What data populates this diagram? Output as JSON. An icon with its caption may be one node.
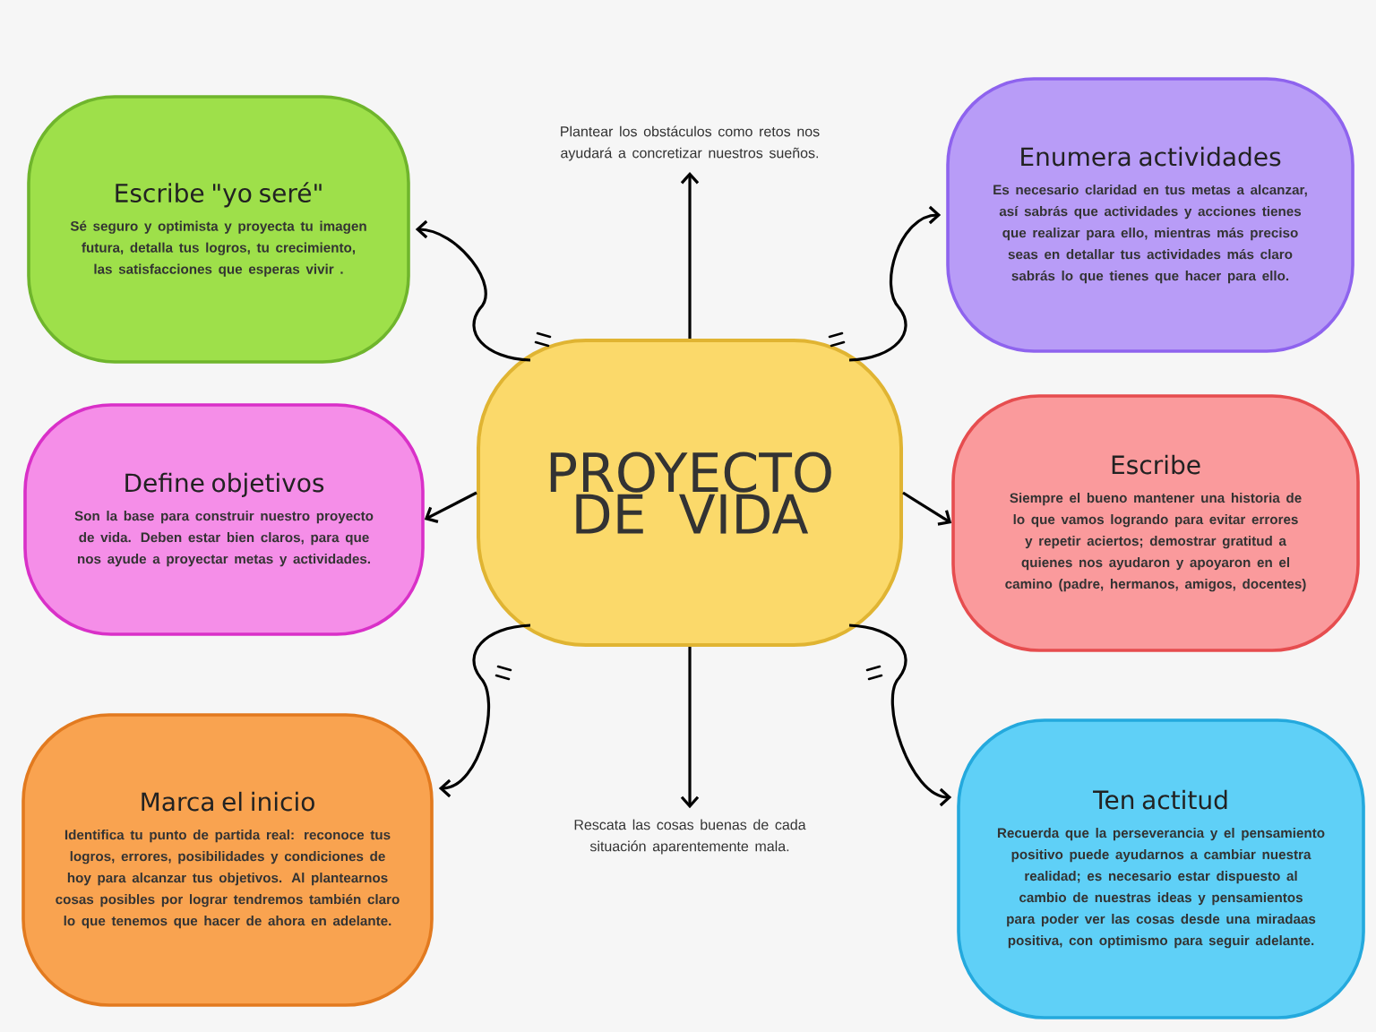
{
  "diagram": {
    "nodes": [
      {
        "text": [
          "Escribe \"yo seré\"",
          "Sé seguro y optimista y proyecta tu imagen futura, detalla tus logros, tu crecimiento, las satisfacciones que esperas vivir ."
        ]
      },
      {
        "text": [
          "Plantear los obstáculos como retos nos ayudará a concretizar nuestros sueños."
        ]
      },
      {
        "text": [
          "Enumera actividades",
          "Es necesario claridad en tus metas a alcanzar, así sabrás que actividades y acciones tienes que realizar para ello, mientras más preciso seas en detallar tus actividades más claro sabrás lo que tienes que hacer para ello."
        ]
      },
      {
        "text": [
          "Define objetivos",
          "Son la base para construir nuestro proyecto de vida. Deben estar bien claros, para que nos ayude a proyectar metas y actividades."
        ]
      },
      {
        "text": [
          "PROYECTO DE VIDA"
        ]
      },
      {
        "text": [
          "Escribe",
          "Siempre el bueno mantener una historia de lo que vamos logrando para evitar errores y repetir aciertos; demostrar gratitud a quienes nos ayudaron y apoyaron en el camino (padre, hermanos, amigos, docentes)"
        ]
      },
      {
        "text": [
          "Marca el inicio",
          "Identifica tu punto de partida real: reconoce tus logros, errores, posibilidades y condiciones de hoy para alcanzar tus objetivos. Al plantearnos cosas posibles por lograr tendremos también claro lo que tenemos que hacer de ahora en adelante."
        ]
      },
      {
        "text": [
          "Rescata las cosas buenas de cada situación aparentemente mala."
        ]
      },
      {
        "text": [
          "Ten actitud",
          "Recuerda que la perseverancia y el pensamiento positivo puede ayudarnos a cambiar nuestra realidad; es necesario estar dispuesto al cambio de nuestras ideas y pensamientos para poder ver las cosas desde una miradaas positiva, con optimismo para seguir adelante."
        ]
      }
    ],
    "edges": [
      {
        "from": 4,
        "to": 0,
        "arrow": "to"
      },
      {
        "from": 4,
        "to": 1,
        "arrow": "to"
      },
      {
        "from": 4,
        "to": 2,
        "arrow": "to"
      },
      {
        "from": 4,
        "to": 3,
        "arrow": "to"
      },
      {
        "from": 4,
        "to": 5,
        "arrow": "to"
      },
      {
        "from": 4,
        "to": 6,
        "arrow": "to"
      },
      {
        "from": 4,
        "to": 7,
        "arrow": "to"
      },
      {
        "from": 4,
        "to": 8,
        "arrow": "to"
      }
    ]
  }
}
